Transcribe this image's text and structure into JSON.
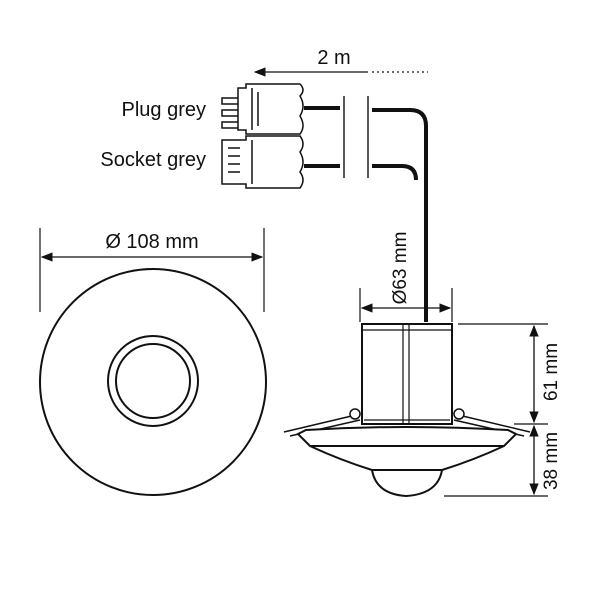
{
  "cable": {
    "length_label": "2 m"
  },
  "connectors": {
    "plug_label": "Plug grey",
    "socket_label": "Socket grey"
  },
  "front_view": {
    "diameter_label": "Ø 108 mm"
  },
  "side_view": {
    "body_diameter_label": "Ø63 mm",
    "body_height_label": "61 mm",
    "lens_height_label": "38 mm"
  },
  "colors": {
    "line": "#1a1a1a",
    "fill": "#ffffff"
  }
}
